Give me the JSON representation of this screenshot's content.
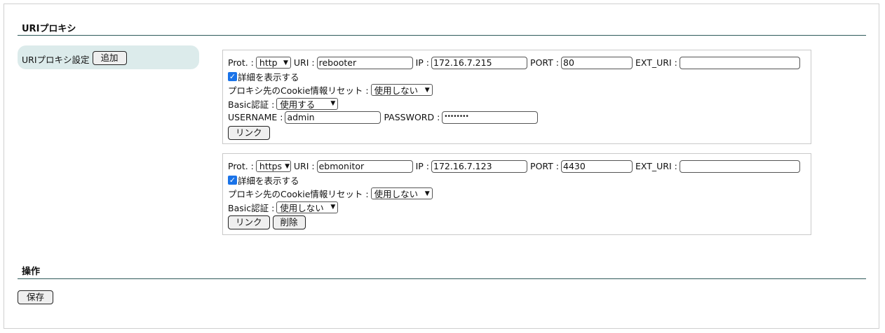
{
  "sections": {
    "uri_proxy_title": "URIプロキシ",
    "operation_title": "操作"
  },
  "left_panel": {
    "label": "URIプロキシ設定",
    "add_button": "追加"
  },
  "labels": {
    "prot": "Prot. :",
    "uri": "URI :",
    "ip": "IP :",
    "port": "PORT :",
    "ext_uri": "EXT_URI :",
    "show_details": "詳細を表示する",
    "cookie_reset": "プロキシ先のCookie情報リセット :",
    "basic_auth": "Basic認証 :",
    "username": "USERNAME :",
    "password": "PASSWORD :",
    "link_button": "リンク",
    "delete_button": "削除"
  },
  "entries": [
    {
      "prot": "http",
      "uri": "rebooter",
      "ip": "172.16.7.215",
      "port": "80",
      "ext_uri": "",
      "show_details_checked": true,
      "cookie_reset": "使用しない",
      "basic_auth": "使用する",
      "username": "admin",
      "password": "••••••••"
    },
    {
      "prot": "https",
      "uri": "ebmonitor",
      "ip": "172.16.7.123",
      "port": "4430",
      "ext_uri": "",
      "show_details_checked": true,
      "cookie_reset": "使用しない",
      "basic_auth": "使用しない"
    }
  ],
  "operation": {
    "save_button": "保存"
  },
  "colors": {
    "accent_line": "#2e5a5a",
    "label_panel_bg": "#dcebeb",
    "checkbox": "#1a73e8"
  }
}
